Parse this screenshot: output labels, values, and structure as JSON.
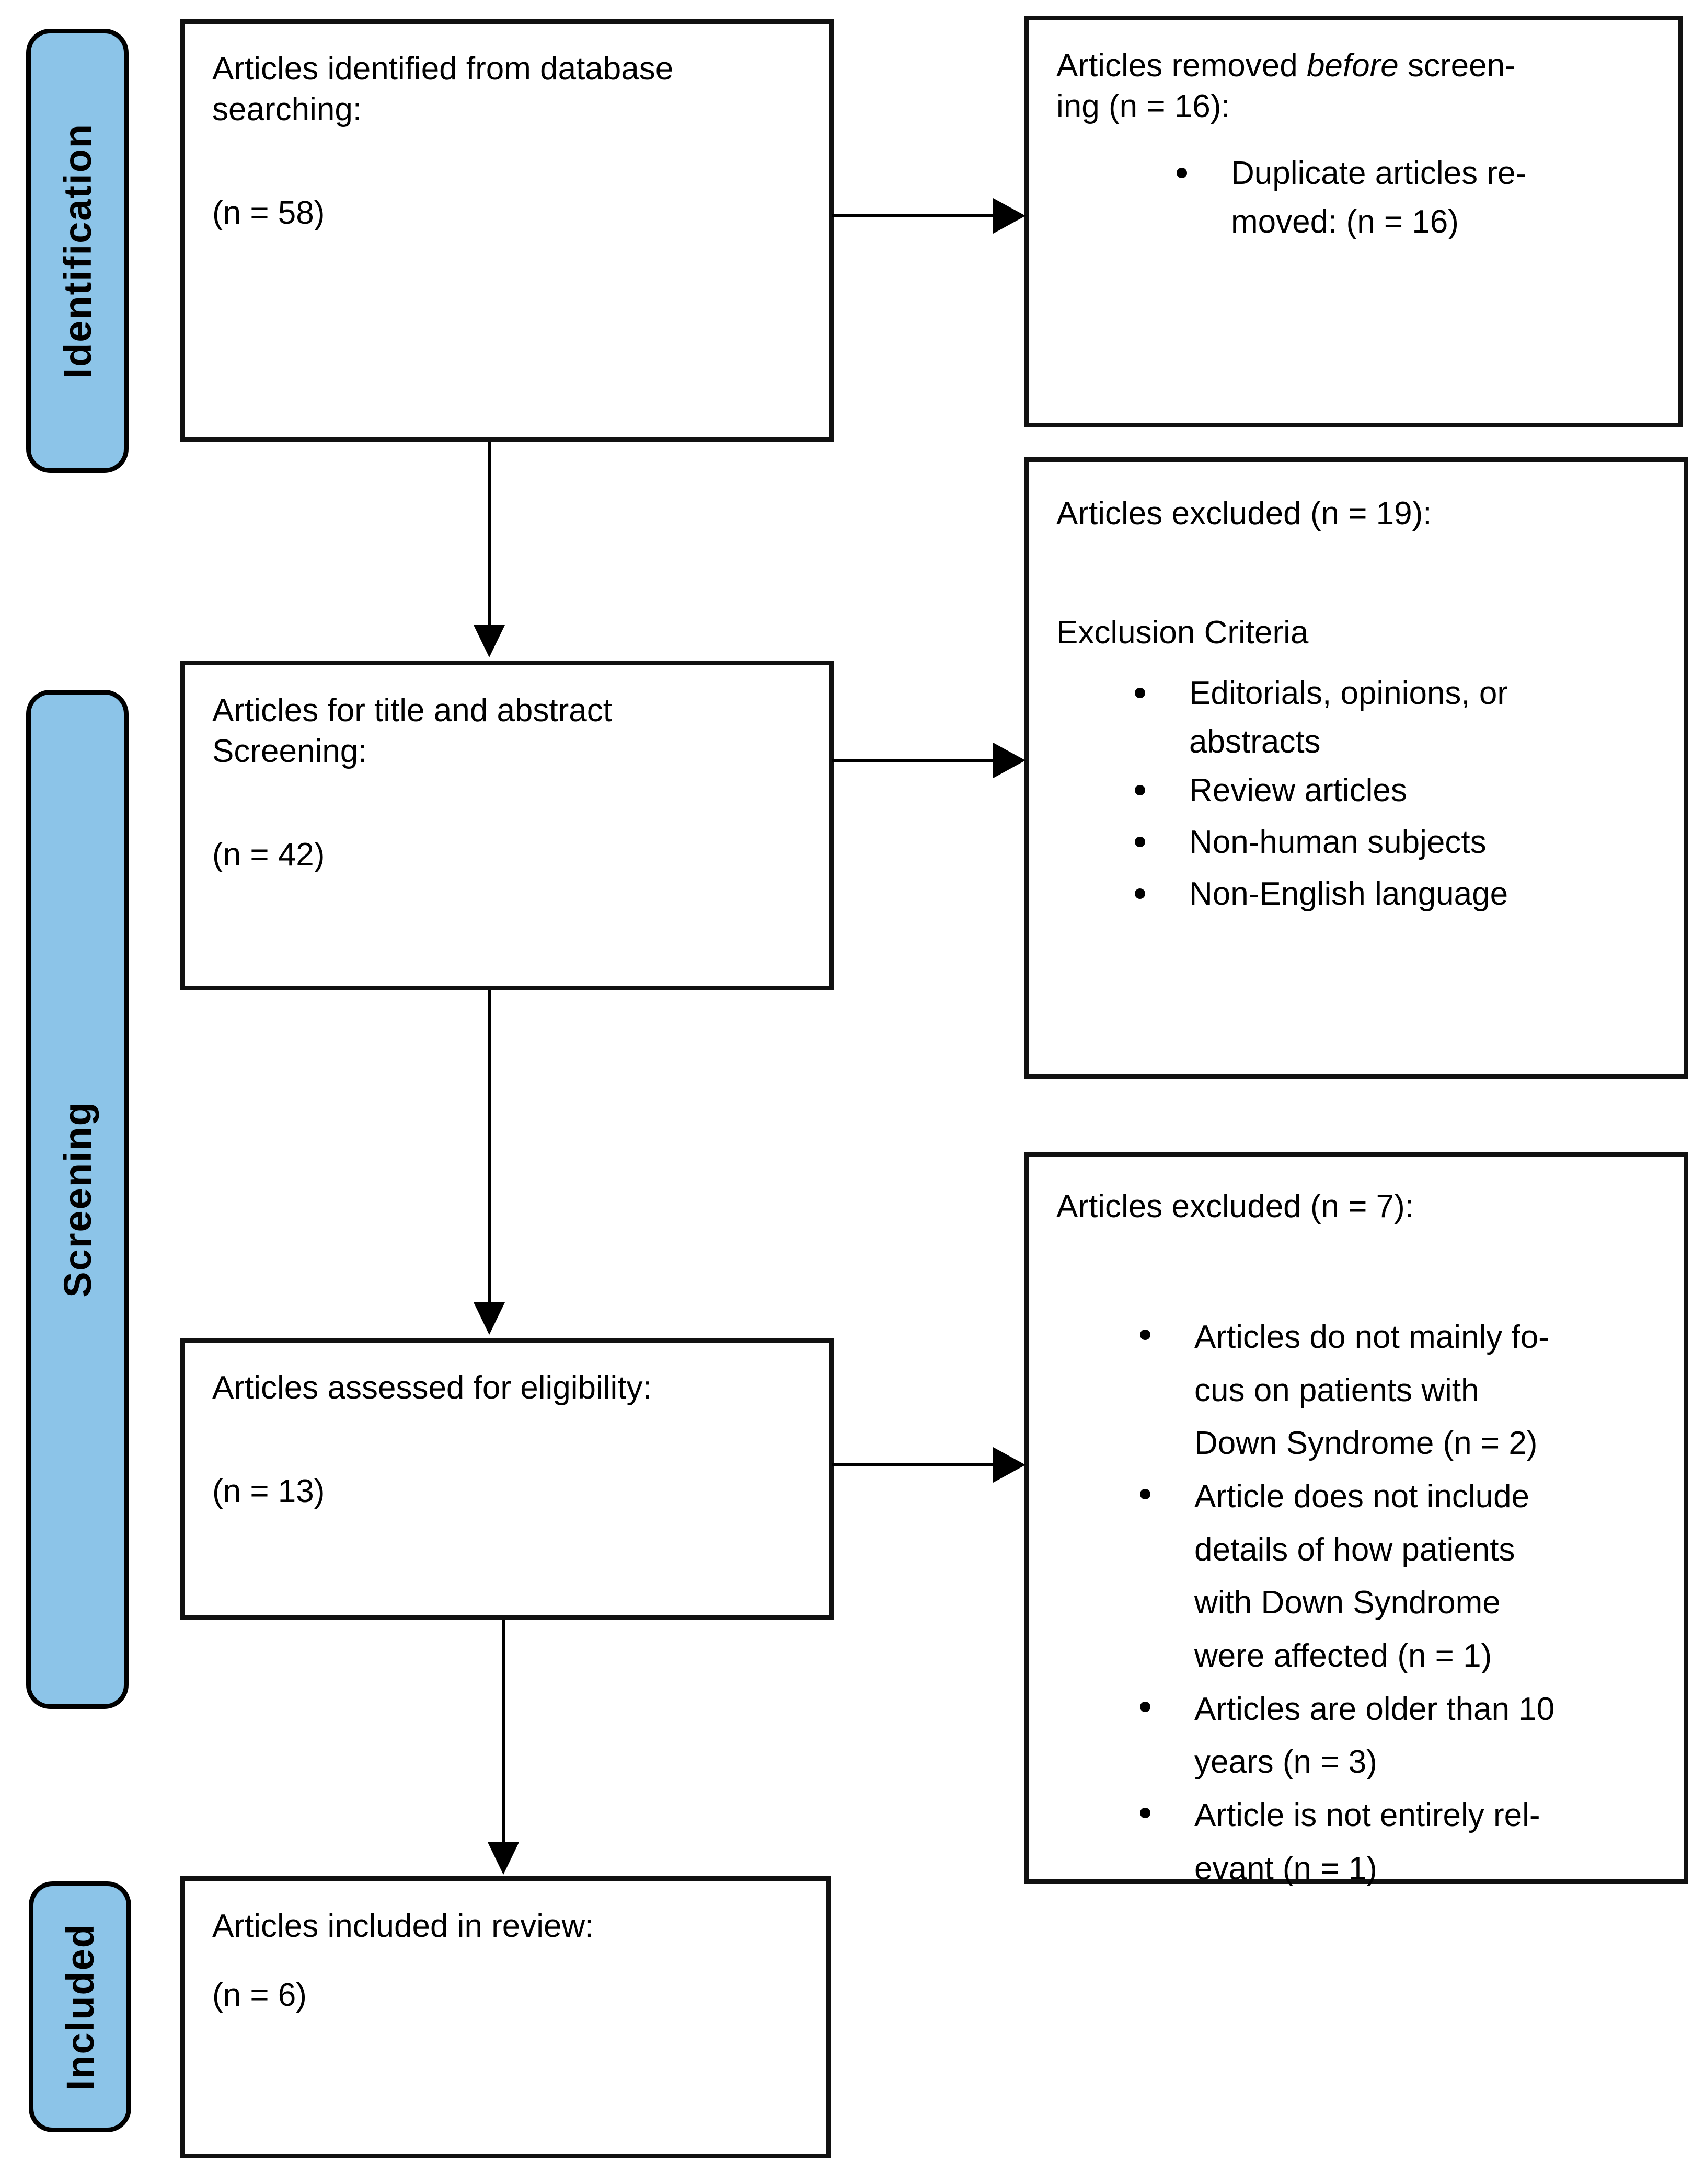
{
  "diagram": {
    "title": "PRISMA flow diagram",
    "accent_color": "#8CC4E8",
    "line_color": "#000000",
    "box_border_color": "#111111",
    "background_color": "#FFFFFF"
  },
  "stages": [
    {
      "id": "identification",
      "label": "Identification"
    },
    {
      "id": "screening",
      "label": "Screening"
    },
    {
      "id": "included",
      "label": "Included"
    }
  ],
  "left_column": [
    {
      "id": "identified",
      "line1": "Articles identified from database",
      "line2": "searching:",
      "count": "(n = 58)"
    },
    {
      "id": "title-abstract-screening",
      "line1": "Articles for title and abstract",
      "line2": "Screening:",
      "count": "(n = 42)"
    },
    {
      "id": "assessed-eligibility",
      "line1": "Articles assessed for eligibility:",
      "count": "(n = 13)"
    },
    {
      "id": "included-in-review",
      "line1": "Articles included in review:",
      "count": "(n = 6)"
    }
  ],
  "right_column": [
    {
      "id": "removed-before-screening",
      "heading_part1": "Articles removed ",
      "heading_emphasis": "before",
      "heading_part2": " screen-",
      "heading_line2": "ing (n = 16):",
      "bullets": [
        "Duplicate articles re-moved: (n = 16)"
      ],
      "bullet_lines": [
        [
          "Duplicate articles re-",
          "moved: (n = 16)"
        ]
      ]
    },
    {
      "id": "excluded-screening",
      "heading": "Articles excluded (n = 19):",
      "subheading": "Exclusion Criteria",
      "bullets": [
        "Editorials, opinions, or abstracts",
        "Review articles",
        "Non-human subjects",
        "Non-English language"
      ],
      "bullet_lines": [
        [
          "Editorials, opinions, or",
          "abstracts"
        ],
        [
          "Review articles"
        ],
        [
          "Non-human subjects"
        ],
        [
          "Non-English language"
        ]
      ]
    },
    {
      "id": "excluded-eligibility",
      "heading": "Articles excluded (n = 7):",
      "bullets": [
        "Articles do not mainly focus on patients with Down Syndrome (n = 2)",
        "Article does not include details of how patients with Down Syndrome were affected (n = 1)",
        "Articles are older than 10 years (n = 3)",
        "Article is not entirely relevant (n = 1)"
      ],
      "bullet_lines": [
        [
          "Articles do not mainly fo-",
          "cus on patients with",
          "Down Syndrome (n = 2)"
        ],
        [
          "Article does not include",
          "details of how patients",
          "with Down Syndrome",
          "were affected (n = 1)"
        ],
        [
          "Articles are older than 10",
          "years (n = 3)"
        ],
        [
          "Article is not entirely rel-",
          "evant (n = 1)"
        ]
      ]
    }
  ],
  "counts": {
    "identified": 58,
    "removed_before_screening": 16,
    "duplicates_removed": 16,
    "screened": 42,
    "excluded_screening": 19,
    "assessed": 13,
    "excluded_eligibility": 7,
    "excluded_not_focus_ds": 2,
    "excluded_no_details": 1,
    "excluded_older_10y": 3,
    "excluded_not_relevant": 1,
    "included": 6
  }
}
